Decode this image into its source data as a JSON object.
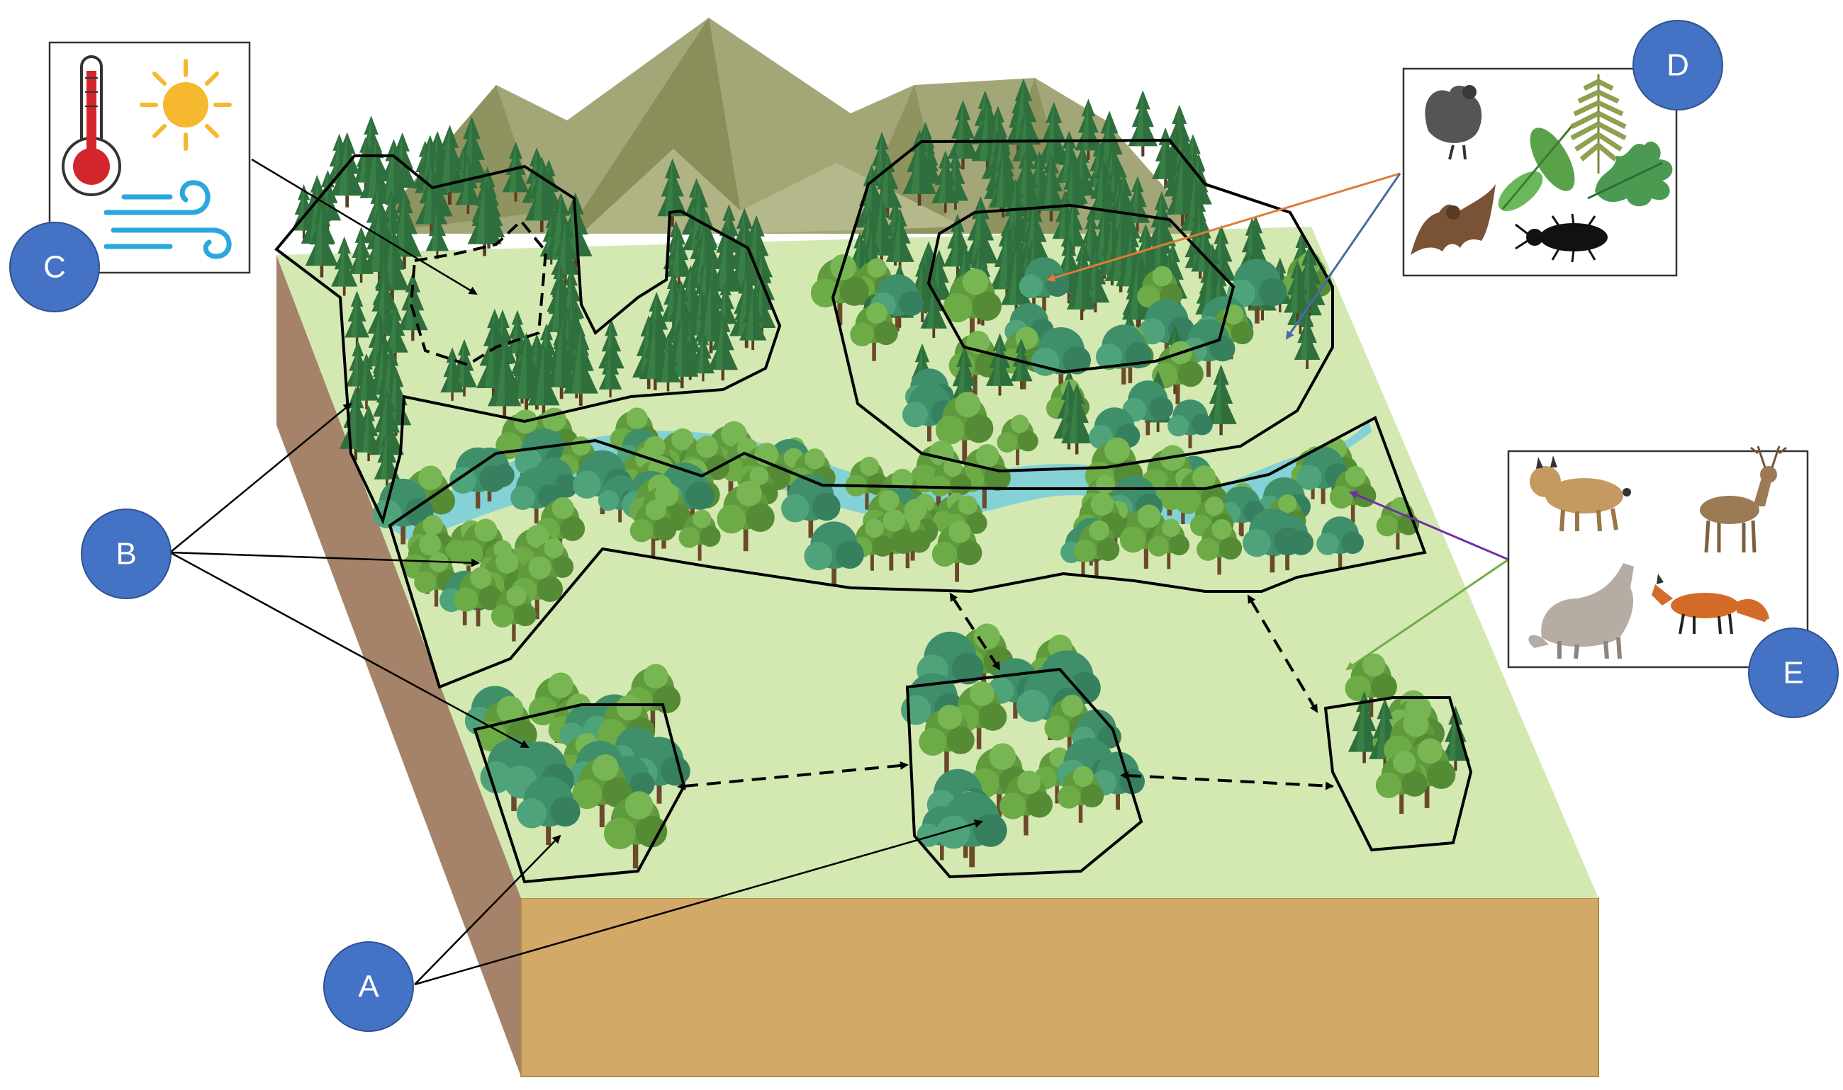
{
  "labels": {
    "a": "A",
    "b": "B",
    "c": "C",
    "d": "D",
    "e": "E"
  },
  "colors": {
    "label_circle": "#4472c4",
    "ground_top": "#d4e9b1",
    "ground_side": "#d2a967",
    "ground_left_side": "#a4836a",
    "river": "#7fd0d8",
    "mountain": "#a3a777",
    "conifer": "#2f6e3d",
    "deciduous": "#5f9a3c",
    "arrow_d_orange": "#e07b39",
    "arrow_d_blue": "#4a6aa8",
    "arrow_e_purple": "#7030a0",
    "arrow_e_green": "#70ad47"
  },
  "insets": {
    "climate": [
      "thermometer-icon",
      "sun-icon",
      "wind-icon"
    ],
    "biodiversity": [
      "grouse-icon",
      "leaf-icon",
      "fern-icon",
      "oak-leaf-icon",
      "bat-icon",
      "beetle-icon"
    ],
    "predators_prey": [
      "lynx-icon",
      "deer-icon",
      "wolf-icon",
      "fox-icon"
    ]
  }
}
